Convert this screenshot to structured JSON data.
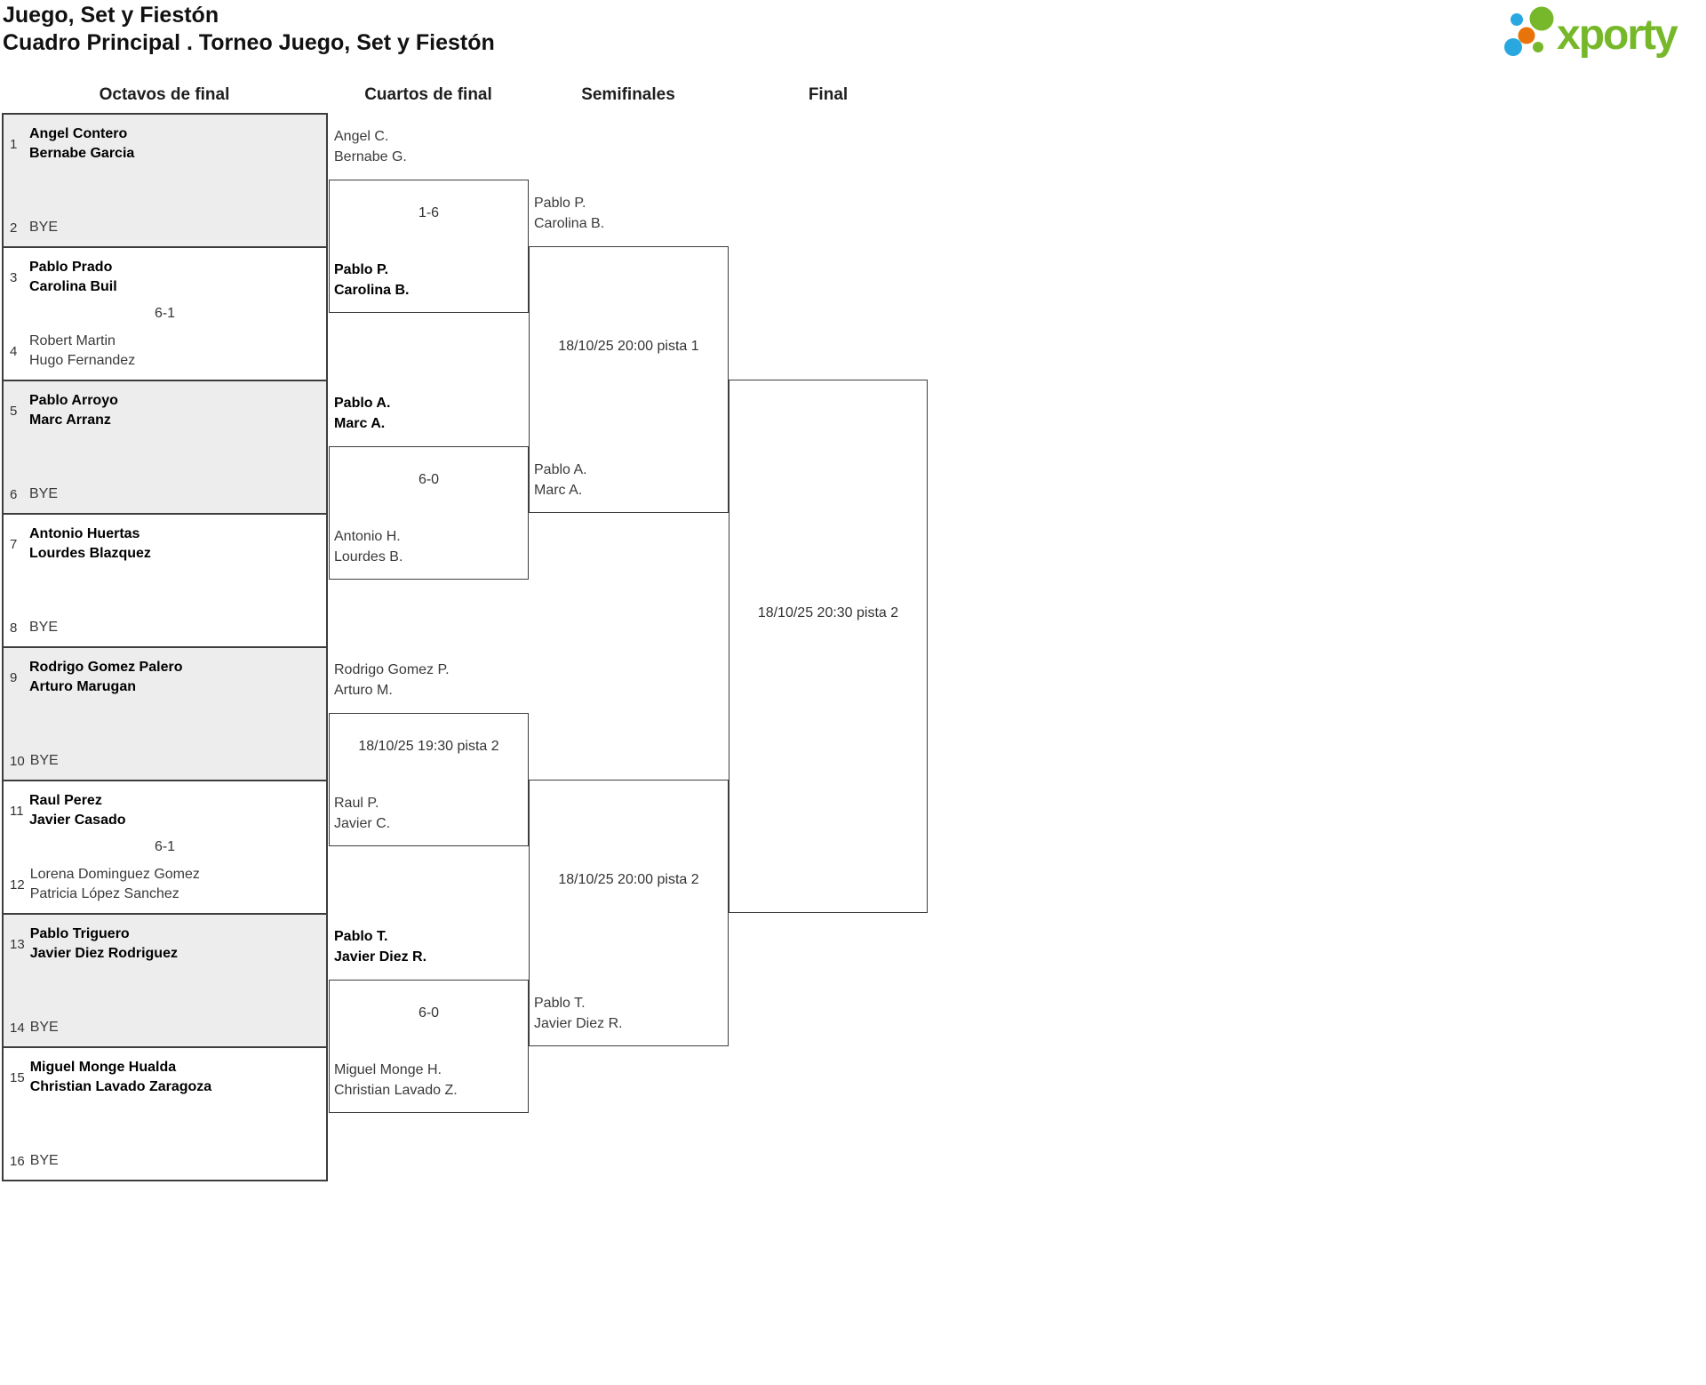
{
  "header": {
    "title": "Juego, Set y Fiestón",
    "subtitle": "Cuadro Principal . Torneo Juego, Set y Fiestón"
  },
  "logo": {
    "text": "xporty",
    "green": "#76b82a",
    "blue": "#29a8e0",
    "orange": "#e8730a"
  },
  "columns": [
    "Octavos de final",
    "Cuartos de final",
    "Semifinales",
    "Final"
  ],
  "octavos": [
    {
      "seed_top": "1",
      "top1": "Angel Contero",
      "top2": "Bernabe Garcia",
      "top_bold": true,
      "score": "",
      "seed_bottom": "2",
      "bottom1": "BYE",
      "bottom2": "",
      "bottom_bold": false
    },
    {
      "seed_top": "3",
      "top1": "Pablo Prado",
      "top2": "Carolina Buil",
      "top_bold": true,
      "score": "6-1",
      "seed_bottom": "4",
      "bottom1": "Robert Martin",
      "bottom2": "Hugo Fernandez",
      "bottom_bold": false
    },
    {
      "seed_top": "5",
      "top1": "Pablo Arroyo",
      "top2": "Marc Arranz",
      "top_bold": true,
      "score": "",
      "seed_bottom": "6",
      "bottom1": "BYE",
      "bottom2": "",
      "bottom_bold": false
    },
    {
      "seed_top": "7",
      "top1": "Antonio Huertas",
      "top2": "Lourdes Blazquez",
      "top_bold": true,
      "score": "",
      "seed_bottom": "8",
      "bottom1": "BYE",
      "bottom2": "",
      "bottom_bold": false
    },
    {
      "seed_top": "9",
      "top1": "Rodrigo Gomez Palero",
      "top2": "Arturo Marugan",
      "top_bold": true,
      "score": "",
      "seed_bottom": "10",
      "bottom1": "BYE",
      "bottom2": "",
      "bottom_bold": false
    },
    {
      "seed_top": "11",
      "top1": "Raul Perez",
      "top2": "Javier Casado",
      "top_bold": true,
      "score": "6-1",
      "seed_bottom": "12",
      "bottom1": "Lorena Dominguez Gomez",
      "bottom2": "Patricia López Sanchez",
      "bottom_bold": false
    },
    {
      "seed_top": "13",
      "top1": "Pablo Triguero",
      "top2": "Javier Diez Rodriguez",
      "top_bold": true,
      "score": "",
      "seed_bottom": "14",
      "bottom1": "BYE",
      "bottom2": "",
      "bottom_bold": false
    },
    {
      "seed_top": "15",
      "top1": "Miguel Monge Hualda",
      "top2": "Christian Lavado Zaragoza",
      "top_bold": true,
      "score": "",
      "seed_bottom": "16",
      "bottom1": "BYE",
      "bottom2": "",
      "bottom_bold": false
    }
  ],
  "cuartos": [
    {
      "top1": "Angel C.",
      "top2": "Bernabe G.",
      "top_bold": false,
      "center": "1-6",
      "bottom1": "Pablo P.",
      "bottom2": "Carolina B.",
      "bottom_bold": true
    },
    {
      "top1": "Pablo A.",
      "top2": "Marc A.",
      "top_bold": true,
      "center": "6-0",
      "bottom1": "Antonio H.",
      "bottom2": "Lourdes B.",
      "bottom_bold": false
    },
    {
      "top1": "Rodrigo Gomez P.",
      "top2": "Arturo M.",
      "top_bold": false,
      "center": "18/10/25 19:30 pista 2",
      "bottom1": "Raul P.",
      "bottom2": "Javier C.",
      "bottom_bold": false
    },
    {
      "top1": "Pablo T.",
      "top2": "Javier Diez R.",
      "top_bold": true,
      "center": "6-0",
      "bottom1": "Miguel Monge H.",
      "bottom2": "Christian Lavado Z.",
      "bottom_bold": false
    }
  ],
  "semifinales": [
    {
      "top1": "Pablo P.",
      "top2": "Carolina B.",
      "top_bold": false,
      "center": "18/10/25 20:00 pista 1",
      "bottom1": "Pablo A.",
      "bottom2": "Marc A.",
      "bottom_bold": false
    },
    {
      "top1": "",
      "top2": "",
      "top_bold": false,
      "center": "18/10/25 20:00 pista 2",
      "bottom1": "Pablo T.",
      "bottom2": "Javier Diez R.",
      "bottom_bold": false
    }
  ],
  "final": {
    "center": "18/10/25 20:30 pista 2"
  }
}
